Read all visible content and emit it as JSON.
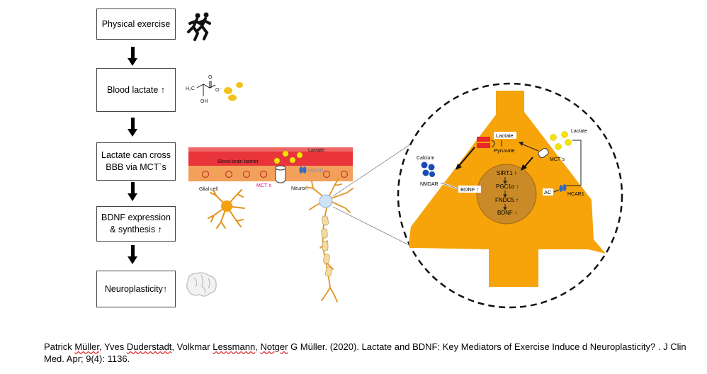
{
  "flow": {
    "boxes": [
      {
        "label": "Physical exercise"
      },
      {
        "label": "Blood lactate ↑"
      },
      {
        "label": "Lactate can cross\nBBB via MCT`s"
      },
      {
        "label": "BDNF expression\n& synthesis ↑"
      },
      {
        "label": "Neuroplasticity↑"
      }
    ]
  },
  "molecule": {
    "h3c": "H₃C",
    "oh": "OH",
    "o_top": "O",
    "o_minus": "O⁻"
  },
  "bbb": {
    "barrier_label": "Blood-brain barrier",
    "lactate": "Lactate",
    "nmdar": "NMDAR",
    "mcts": "MCT`s",
    "glial": "Glial cell",
    "neuron": "Neuron"
  },
  "zoom": {
    "lactate_top": "Lactate",
    "pyruvate": "Pyruvate",
    "lactate_right": "Lactate",
    "mcts": "MCT`s",
    "calcium": "Calcium",
    "nmdar": "NMDAR",
    "bdnf": "BDNF ↑",
    "ac": "AC",
    "hcar1": "HCAR1",
    "nucleus": [
      "SIRT1 ↑",
      "PGC1α ↑",
      "FNDC5 ↑",
      "BDNF ↑"
    ]
  },
  "citation": {
    "part1": "Patrick ",
    "u1": "Müller",
    "part2": ", Yves ",
    "u2": "Duderstadt",
    "part3": ", Volkmar ",
    "u3": "Lessmann",
    "part4": ", ",
    "u4": "Notger",
    "part5": " G Müller. (2020). Lactate and BDNF: Key Mediators of Exercise Induce d Neuroplasticity? . J Clin Med. Apr; 9(4): 1136."
  },
  "colors": {
    "neuron": "#F7A30A",
    "blood": "#E8343A",
    "lactate": "#F5E400",
    "calcium": "#1A4BB8"
  }
}
